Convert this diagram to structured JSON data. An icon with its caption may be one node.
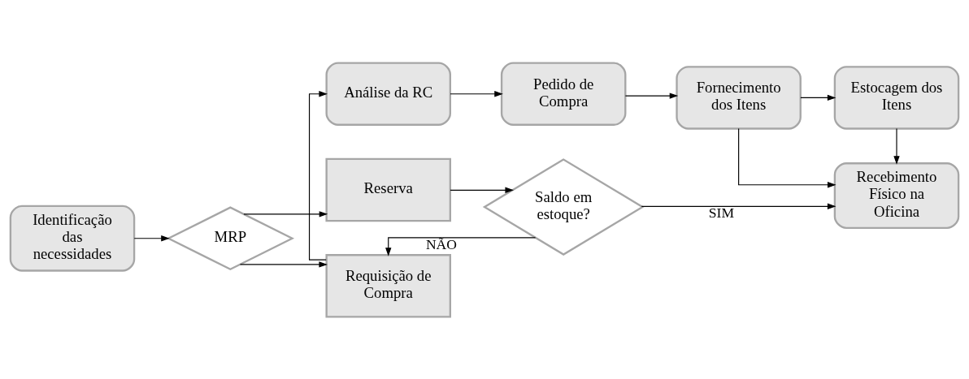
{
  "diagram": {
    "nodes": [
      {
        "text": [
          "Identificação das necessidades"
        ]
      },
      {
        "text": [
          "MRP"
        ]
      },
      {
        "text": [
          "Reserva"
        ]
      },
      {
        "text": [
          "Saldo em estoque?"
        ]
      },
      {
        "text": [
          "Requisição de Compra"
        ]
      },
      {
        "text": [
          "Análise da RC"
        ]
      },
      {
        "text": [
          "Pedido de Compra"
        ]
      },
      {
        "text": [
          "Fornecimento dos Itens"
        ]
      },
      {
        "text": [
          "Recebimento Físico na Oficina"
        ]
      },
      {
        "text": [
          "Estocagem dos Itens"
        ]
      }
    ],
    "edges": [
      {
        "from": 0,
        "to": 1,
        "arrow": "to"
      },
      {
        "from": 1,
        "to": 2,
        "arrow": "to"
      },
      {
        "from": 1,
        "to": 4,
        "arrow": "to"
      },
      {
        "from": 2,
        "to": 3,
        "arrow": "to"
      },
      {
        "from": 3,
        "to": 8,
        "arrow": "to",
        "label": "SIM"
      },
      {
        "from": 3,
        "to": 4,
        "arrow": "to",
        "label": "NÃO"
      },
      {
        "from": 4,
        "to": 5,
        "arrow": "to"
      },
      {
        "from": 5,
        "to": 6,
        "arrow": "to"
      },
      {
        "from": 6,
        "to": 7,
        "arrow": "to"
      },
      {
        "from": 7,
        "to": 8,
        "arrow": "to"
      },
      {
        "from": 7,
        "to": 9,
        "arrow": "to"
      },
      {
        "from": 9,
        "to": 8,
        "arrow": "to"
      }
    ]
  }
}
